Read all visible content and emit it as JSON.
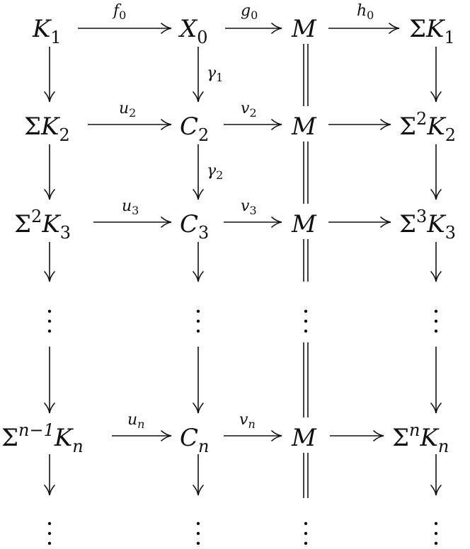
{
  "diagram": {
    "rows": [
      {
        "objects": [
          {
            "base": "K",
            "sub": "1",
            "pre": "",
            "pre_sup": ""
          },
          {
            "base": "X",
            "sub": "0",
            "pre": "",
            "pre_sup": ""
          },
          {
            "base": "M",
            "sub": "",
            "pre": "",
            "pre_sup": ""
          },
          {
            "base": "K",
            "sub": "1",
            "pre": "Σ",
            "pre_sup": ""
          }
        ],
        "maps": [
          {
            "name": "f",
            "sub": "0"
          },
          {
            "name": "g",
            "sub": "0"
          },
          {
            "name": "h",
            "sub": "0"
          }
        ]
      },
      {
        "objects": [
          {
            "base": "K",
            "sub": "2",
            "pre": "Σ",
            "pre_sup": ""
          },
          {
            "base": "C",
            "sub": "2",
            "pre": "",
            "pre_sup": ""
          },
          {
            "base": "M",
            "sub": "",
            "pre": "",
            "pre_sup": ""
          },
          {
            "base": "K",
            "sub": "2",
            "pre": "Σ",
            "pre_sup": "2"
          }
        ],
        "maps": [
          {
            "name": "u",
            "sub": "2"
          },
          {
            "name": "v",
            "sub": "2"
          },
          {
            "name": "",
            "sub": ""
          }
        ]
      },
      {
        "objects": [
          {
            "base": "K",
            "sub": "3",
            "pre": "Σ",
            "pre_sup": "2"
          },
          {
            "base": "C",
            "sub": "3",
            "pre": "",
            "pre_sup": ""
          },
          {
            "base": "M",
            "sub": "",
            "pre": "",
            "pre_sup": ""
          },
          {
            "base": "K",
            "sub": "3",
            "pre": "Σ",
            "pre_sup": "3"
          }
        ],
        "maps": [
          {
            "name": "u",
            "sub": "3"
          },
          {
            "name": "v",
            "sub": "3"
          },
          {
            "name": "",
            "sub": ""
          }
        ]
      },
      {
        "objects": [
          {
            "base": "K",
            "sub": "n",
            "pre": "Σ",
            "pre_sup": "n−1"
          },
          {
            "base": "C",
            "sub": "n",
            "pre": "",
            "pre_sup": ""
          },
          {
            "base": "M",
            "sub": "",
            "pre": "",
            "pre_sup": ""
          },
          {
            "base": "K",
            "sub": "n",
            "pre": "Σ",
            "pre_sup": "n"
          }
        ],
        "maps": [
          {
            "name": "u",
            "sub": "n"
          },
          {
            "name": "v",
            "sub": "n"
          },
          {
            "name": "",
            "sub": ""
          }
        ]
      }
    ],
    "vertical_labels": [
      {
        "name": "γ",
        "sub": "1"
      },
      {
        "name": "γ",
        "sub": "2"
      }
    ],
    "ellipsis_glyph": "⋮"
  }
}
